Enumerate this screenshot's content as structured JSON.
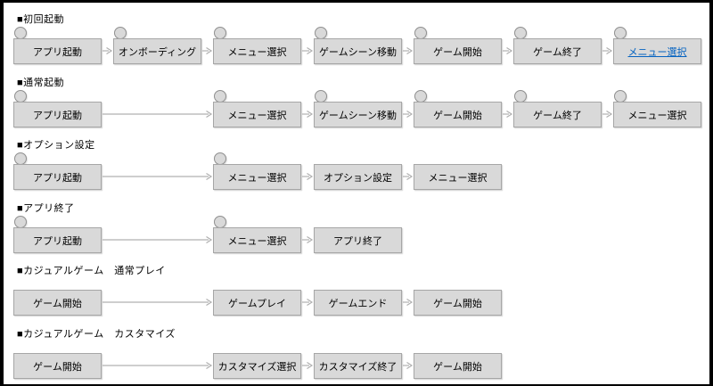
{
  "window": {
    "frame_color": "#000000",
    "canvas_color": "#ffffff"
  },
  "colors": {
    "box_fill": "#d9d9d9",
    "box_border": "#a6a6a6",
    "circle_fill": "#d9d9d9",
    "circle_border": "#8f8f8f",
    "arrow": "#b0b0b0",
    "link_text": "#0563c1",
    "label_text": "#000000",
    "node_text": "#000000"
  },
  "diagram": {
    "sections": [
      {
        "title": "■初回起動",
        "nodes": [
          {
            "label": "アプリ起動",
            "col": 0,
            "circle": true
          },
          {
            "label": "オンボーディング",
            "col": 1,
            "circle": true
          },
          {
            "label": "メニュー選択",
            "col": 2,
            "circle": true
          },
          {
            "label": "ゲームシーン移動",
            "col": 3,
            "circle": true
          },
          {
            "label": "ゲーム開始",
            "col": 4,
            "circle": true
          },
          {
            "label": "ゲーム終了",
            "col": 5,
            "circle": true
          },
          {
            "label": "メニュー選択",
            "col": 6,
            "circle": true,
            "link": true
          }
        ]
      },
      {
        "title": "■通常起動",
        "nodes": [
          {
            "label": "アプリ起動",
            "col": 0,
            "circle": true
          },
          {
            "label": "メニュー選択",
            "col": 2,
            "circle": true
          },
          {
            "label": "ゲームシーン移動",
            "col": 3,
            "circle": true
          },
          {
            "label": "ゲーム開始",
            "col": 4,
            "circle": true
          },
          {
            "label": "ゲーム終了",
            "col": 5,
            "circle": true
          },
          {
            "label": "メニュー選択",
            "col": 6,
            "circle": true
          }
        ]
      },
      {
        "title": "■オプション設定",
        "nodes": [
          {
            "label": "アプリ起動",
            "col": 0,
            "circle": true
          },
          {
            "label": "メニュー選択",
            "col": 2,
            "circle": true
          },
          {
            "label": "オプション設定",
            "col": 3,
            "circle": false
          },
          {
            "label": "メニュー選択",
            "col": 4,
            "circle": false
          }
        ]
      },
      {
        "title": "■アプリ終了",
        "nodes": [
          {
            "label": "アプリ起動",
            "col": 0,
            "circle": true
          },
          {
            "label": "メニュー選択",
            "col": 2,
            "circle": true
          },
          {
            "label": "アプリ終了",
            "col": 3,
            "circle": false
          }
        ]
      },
      {
        "title": "■カジュアルゲーム　通常プレイ",
        "nodes": [
          {
            "label": "ゲーム開始",
            "col": 0,
            "circle": false
          },
          {
            "label": "ゲームプレイ",
            "col": 2,
            "circle": false
          },
          {
            "label": "ゲームエンド",
            "col": 3,
            "circle": false
          },
          {
            "label": "ゲーム開始",
            "col": 4,
            "circle": false
          }
        ]
      },
      {
        "title": "■カジュアルゲーム　カスタマイズ",
        "nodes": [
          {
            "label": "ゲーム開始",
            "col": 0,
            "circle": false
          },
          {
            "label": "カスタマイズ選択",
            "col": 2,
            "circle": false
          },
          {
            "label": "カスタマイズ終了",
            "col": 3,
            "circle": false
          },
          {
            "label": "ゲーム開始",
            "col": 4,
            "circle": false
          }
        ]
      }
    ]
  }
}
